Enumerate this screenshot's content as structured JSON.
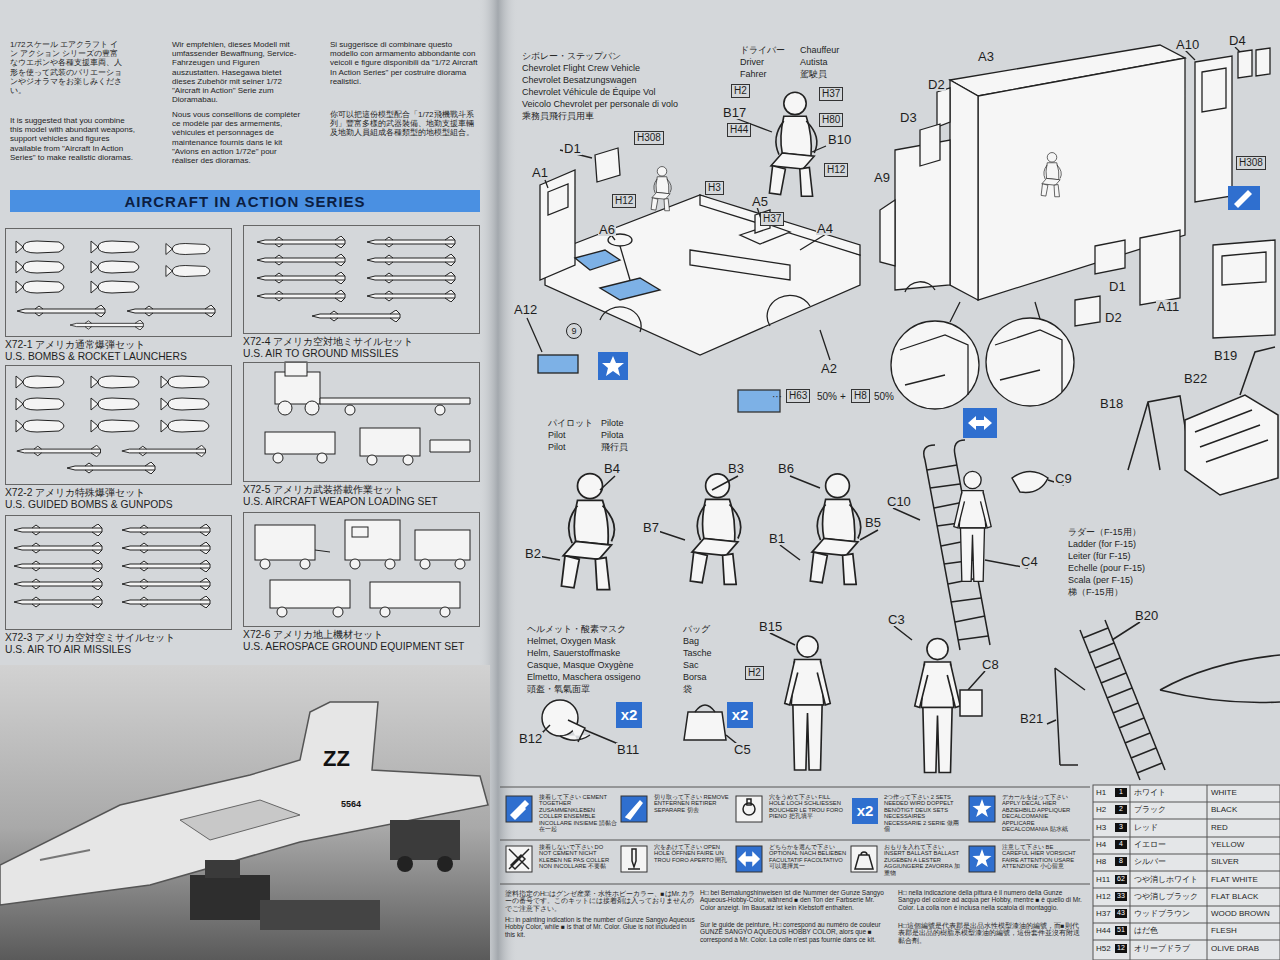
{
  "diagram": {
    "nodes": [
      {
        "text": [
          "AIRCRAFT IN ACTION SERIES"
        ]
      },
      {
        "text": [
          "X72-1 アメリカ通常爆弾セット",
          "U.S. BOMBS & ROCKET LAUNCHERS"
        ]
      },
      {
        "text": [
          "X72-4 アメリカ空対地ミサイルセット",
          "U.S. AIR TO GROUND MISSILES"
        ]
      },
      {
        "text": [
          "X72-2 アメリカ特殊爆弾セット",
          "U.S. GUIDED BOMBS & GUNPODS"
        ]
      },
      {
        "text": [
          "X72-5 アメリカ武装搭載作業セット",
          "U.S. AIRCRAFT WEAPON LOADING SET"
        ]
      },
      {
        "text": [
          "X72-3 アメリカ空対空ミサイルセット",
          "U.S. AIR TO AIR MISSILES"
        ]
      },
      {
        "text": [
          "X72-6 アメリカ地上機材セット",
          "U.S. AEROSPACE GROUND EQUIPMENT SET"
        ]
      },
      {
        "text": [
          "H308"
        ]
      },
      {
        "text": [
          "H2"
        ]
      },
      {
        "text": [
          "H37"
        ]
      },
      {
        "text": [
          "H44"
        ]
      },
      {
        "text": [
          "H80"
        ]
      },
      {
        "text": [
          "H12"
        ]
      },
      {
        "text": [
          "H3"
        ]
      },
      {
        "text": [
          "H12"
        ]
      },
      {
        "text": [
          "H37"
        ]
      },
      {
        "text": [
          "9"
        ]
      },
      {
        "text": [
          "H63"
        ]
      },
      {
        "text": [
          "H8"
        ]
      },
      {
        "text": [
          "H308"
        ]
      },
      {
        "text": [
          "H2"
        ]
      },
      {
        "text": [
          "x2"
        ]
      },
      {
        "text": [
          "x2"
        ]
      },
      {
        "text": [
          "x2"
        ]
      }
    ],
    "labels": [
      "1/72スケール エアクラフト イン アクション シリーズの豊富なウエポンや各種支援車両、人形を使って武装のバリエーションやジオラマをお楽しみください。",
      "It is suggested that you combine this model with abundant weapons, support vehicles and figures available from \"Aircraft In Action Series\" to make realistic dioramas.",
      "Wir empfehlen, dieses Modell mit umfassender Bewaffnung, Service-Fahrzeugen und Figuren auszustatten. Hasegawa bietet dieses Zubehör mit seiner 1/72 \"Aircraft in Action\" Serie zum Dioramabau.",
      "Nous vous conseillons de compléter ce modèle par des armements, véhicules et personnages de maintenance fournis dans le kit \"Avions en action 1/72e\" pour réaliser des dioramas.",
      "Si suggerisce di combinare questo modello con armamento abbondante con veicoli e figure disponibili da \"1/72 Aircraft In Action Series\" per costruire diorama realistici.",
      "你可以把這份模型配合「1/72飛機戰斗系列」豐富多樣的武器裝備、地勤支援車輛及地勤人員組成各種類型的地模型組合。",
      "ZZ",
      "5564",
      "シボレー・ステップバン",
      "Chevrolet Flight Crew Vehicle",
      "Chevrolet Besatzungswagen",
      "Chevrolet Véhicule de Équipe Vol",
      "Veicolo Chevrolet per personale di volo",
      "乘務員飛行員用車",
      "ドライバー",
      "Driver",
      "Fahrer",
      "Chauffeur",
      "Autista",
      "駕駛員",
      "D1",
      "A1",
      "B17",
      "B10",
      "A5",
      "A6",
      "A4",
      "A12",
      "A2",
      "···",
      "50%",
      "+",
      "50%",
      "A3",
      "A10",
      "D4",
      "D2",
      "D3",
      "A9",
      "D1",
      "D2",
      "A11",
      "B19",
      "B22",
      "B18",
      "パイロット",
      "Pilot",
      "Pilot",
      "Pilote",
      "Pilota",
      "飛行員",
      "B4",
      "B3",
      "B6",
      "B7",
      "B5",
      "B2",
      "B1",
      "C9",
      "C10",
      "C4",
      "ラダー（F-15用）",
      "Ladder (for F-15)",
      "Leiter (für F-15)",
      "Echelle (pour F-15)",
      "Scala (per F-15)",
      "梯（F-15用）",
      "B20",
      "C3",
      "C8",
      "B21",
      "B15",
      "ヘルメット・酸素マスク",
      "Helmet, Oxygen Mask",
      "Helm, Sauerstoffmaske",
      "Casque, Masque Oxygène",
      "Elmetto, Maschera ossigeno",
      "頭盔・氧氣面罩",
      "バッグ",
      "Bag",
      "Tasche",
      "Sac",
      "Borsa",
      "袋",
      "B12",
      "B11",
      "C5",
      "塗料指定のH□はグンゼ産業・水性ホビーカラー、■はMr.カラーの番号です。このキットには接着剤は入っておりませんのでご注意下さい。",
      "H□ in painting indication is the number of Gunze Sangyo Aqueous Hobby Color, while ■ is that of Mr. Color. Glue is not included in this kit.",
      "H□ bei Bemalungshinweisen ist die Nummer der Gunze Sangyo Aqueous-Hobby-Color, während ■ den Ton der Farbserie Mr. Color anzeigt. Im Bausatz ist kein Klebstoff enthalten.",
      "Sur le guide de peinture, H□ correspond au numéro de couleur GUNZE SANGYO AQUEOUS HOBBY COLOR, alors que ■ correspond à Mr. Color. La colle n'est pas fournie dans ce kit.",
      "H□ nella indicazione della pittura è il numero della Gunze Sangyo del colore ad acqua per Hobby, mentre ■ è quello di Mr. Color. La colla non è inclusa nella scatola di montaggio.",
      "H□這個編號是代表郡是出品水性模型漆油的編號，而■則代表郡是出品的樹脂系模型漆油的編號，這份套件並沒有附送黏合劑。",
      "H1",
      "1",
      "ホワイト",
      "WHITE",
      "H2",
      "2",
      "ブラック",
      "BLACK",
      "H3",
      "3",
      "レッド",
      "RED",
      "H4",
      "4",
      "イエロー",
      "YELLOW",
      "H8",
      "8",
      "シルバー",
      "SILVER",
      "H11",
      "62",
      "つや消しホワイト",
      "FLAT WHITE",
      "H12",
      "33",
      "つや消しブラック",
      "FLAT BLACK",
      "H37",
      "43",
      "ウッドブラウン",
      "WOOD BROWN",
      "H44",
      "51",
      "はだ色",
      "FLESH",
      "H52",
      "12",
      "オリーブドラブ",
      "OLIVE DRAB"
    ],
    "legend": [
      {
        "text": "接着して下さい CEMENT TOGETHER ZUSAMMENKLEBEN COLLER ENSEMBLE INCOLLARE INSIEME 請黏合在一起"
      },
      {
        "text": "切り取って下さい REMOVE ENTFERNEN RETIRER SEPARARE 切去"
      },
      {
        "text": "穴をうめて下さい FILL HOLE LOCH SCHLIESSEN BOUCHER LE TROU FORO PIENO 把孔填平"
      },
      {
        "text": "2つ作って下さい 2 SETS NEEDED WIRD DOPPELT BENÖTIGT DEUX SETS NECESSAIRES NECESSARIE 2 SERIE 做兩個"
      },
      {
        "text": "デカールをはって下さい APPLY DECAL HIER ABZIEHBILD APPLIQUER DECALCOMANIE APPLICARE DECALCOMANIA 貼水紙"
      },
      {
        "text": "接着しないで下さい DO NOT CEMENT NICHT KLEBEN NE PAS COLLER NON INCOLLARE 不要黏"
      },
      {
        "text": "穴をあけて下さい OPEN HOLE ÖFFNEN FAIRE UN TROU FORO APERTO 開孔"
      },
      {
        "text": "どちらかを選んで下さい OPTIONAL NACH BELIEBEN FACULTATIF FACOLTATIVO 可以選擇其一"
      },
      {
        "text": "おもりを入れて下さい INSERT BALLAST BALLAST ZUGEBEN A LESTER AGGIUNGERE ZAVORRA 加重物"
      },
      {
        "text": "注意して下さい BE CAREFUL HIER VORSICHT FAIRE ATTENTION USARE ATTENZIONE 小心留意"
      }
    ]
  }
}
